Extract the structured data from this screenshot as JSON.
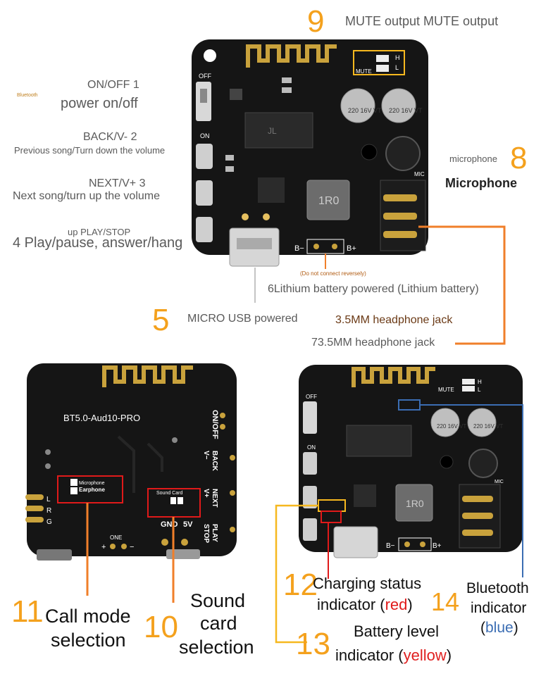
{
  "labels": {
    "n9": "9",
    "mute_output": "MUTE output MUTE output",
    "bluetooth_small": "Bluetooth",
    "onoff_title": "ON/OFF 1",
    "onoff_desc": "power on/off",
    "back_title": "BACK/V- 2",
    "back_desc": "Previous song/Turn down the volume",
    "next_title": "NEXT/V+ 3",
    "next_desc": "Next song/turn up the volume",
    "play_title": "up PLAY/STOP",
    "play_desc": "4 Play/pause, answer/hang",
    "microphone_small": "microphone",
    "n8": "8",
    "microphone_big": "Microphone",
    "do_not_connect": "(Do not connect reversely)",
    "battery": "6Lithium battery powered (Lithium battery)",
    "n5": "5",
    "micro_usb": "MICRO USB powered",
    "jack1": "3.5MM headphone jack",
    "jack2": "73.5MM headphone jack",
    "n11": "11",
    "call_mode": "Call mode",
    "selection1": "selection",
    "n10": "10",
    "sound": "Sound",
    "card": "card",
    "selection2": "selection",
    "n12": "12",
    "charging": "Charging status",
    "indicator_red_a": "indicator (",
    "red": "red",
    "close_paren": ")",
    "n14": "14",
    "bt_title": "Bluetooth",
    "bt_indicator": "indicator",
    "blue": "blue",
    "open_paren": "(",
    "n13": "13",
    "battery_level": "Battery level",
    "indicator_yellow_a": "indicator (",
    "yellow": "yellow"
  },
  "board": {
    "silk_off": "OFF",
    "silk_on": "ON",
    "silk_mute": "MUTE",
    "silk_h": "H",
    "silk_l": "L",
    "silk_mic": "MIC",
    "silk_bminus": "B−",
    "silk_bplus": "B+",
    "cap_text": "220 16V VT",
    "inductor": "1R0",
    "back_model": "BT5.0-Aud10-PRO",
    "back_onoff": "ON/OFF",
    "back_vminus": "V−",
    "back_back": "BACK",
    "back_vplus": "V+",
    "back_next": "NEXT",
    "back_stop": "STOP",
    "back_play": "PLAY",
    "back_microphone": "Microphone",
    "back_earphone": "Earphone",
    "back_soundcard": "Sound Card",
    "back_gnd": "GND",
    "back_5v": "5V",
    "back_one": "ONE",
    "back_plus": "+",
    "back_minus": "−",
    "back_l": "L",
    "back_r": "R",
    "back_g": "G"
  },
  "colors": {
    "board": "#151515",
    "gold": "#c9a23c",
    "orange_line": "#f07f2a",
    "yellow_line": "#f6b81f",
    "red_box": "#e01a1a",
    "blue_line": "#3b6db3"
  }
}
